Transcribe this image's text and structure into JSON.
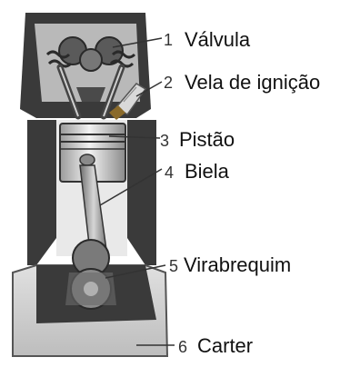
{
  "labels": [
    {
      "number": "1",
      "text": "Válvula"
    },
    {
      "number": "2",
      "text": "Vela de ignição"
    },
    {
      "number": "3",
      "text": "Pistão"
    },
    {
      "number": "4",
      "text": "Biela"
    },
    {
      "number": "5",
      "text": "Virabrequim"
    },
    {
      "number": "6",
      "text": "Carter"
    }
  ]
}
